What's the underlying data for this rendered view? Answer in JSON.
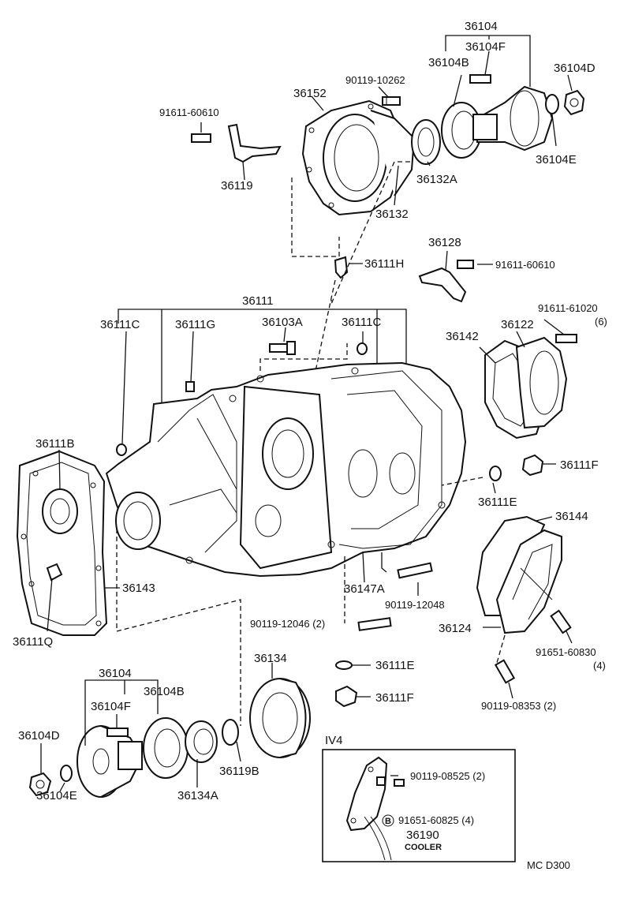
{
  "labels": {
    "p36104_top": "36104",
    "p36104F_top": "36104F",
    "p36104B_top": "36104B",
    "p36104D_top": "36104D",
    "p36104E_top": "36104E",
    "p90119_10262": "90119-10262",
    "p36152": "36152",
    "p91611_60610_a": "91611-60610",
    "p36119": "36119",
    "p36132A": "36132A",
    "p36132": "36132",
    "p36128": "36128",
    "p91611_60610_b": "91611-60610",
    "p36111H": "36111H",
    "p36111": "36111",
    "p36111C_left": "36111C",
    "p36111G": "36111G",
    "p36103A": "36103A",
    "p36111C_right": "36111C",
    "p91611_61020": "91611-61020",
    "p91611_61020_qty": "(6)",
    "p36142": "36142",
    "p36122": "36122",
    "p36111B": "36111B",
    "p36111F_right": "36111F",
    "p36111E_right": "36111E",
    "p36144": "36144",
    "p36143": "36143",
    "p36147A": "36147A",
    "p90119_12048": "90119-12048",
    "p36111Q": "36111Q",
    "p90119_12046": "90119-12046 (2)",
    "p36124": "36124",
    "p91651_60830": "91651-60830",
    "p91651_60830_qty": "(4)",
    "p36134": "36134",
    "p36111E_bottom": "36111E",
    "p36104_bottom": "36104",
    "p36104F_bottom": "36104F",
    "p36104B_bottom": "36104B",
    "p36111F_bottom": "36111F",
    "p90119_08353": "90119-08353 (2)",
    "p36104D_bottom": "36104D",
    "p36119B": "36119B",
    "p36134A": "36134A",
    "p36104E_bottom": "36104E",
    "inset_title": "IV4",
    "p90119_08525": "90119-08525 (2)",
    "inset_b": "B",
    "p91651_60825": "91651-60825 (4)",
    "p36190": "36190",
    "cooler": "COOLER",
    "code": "MC  D300"
  }
}
